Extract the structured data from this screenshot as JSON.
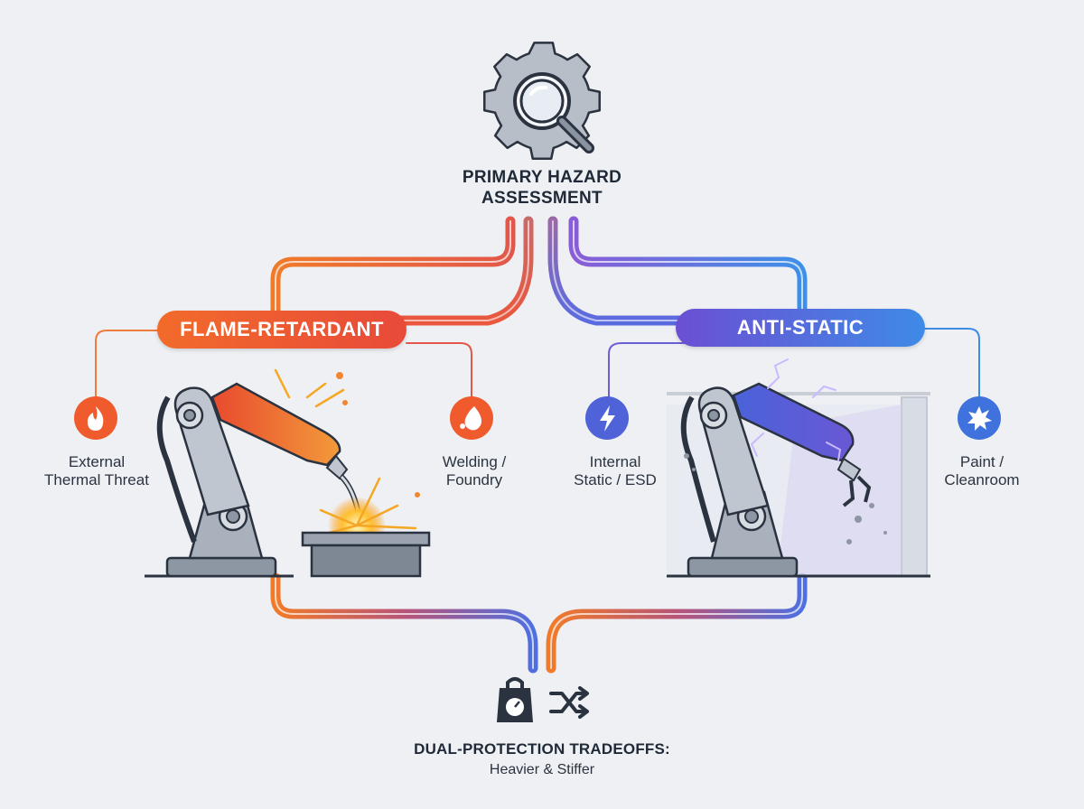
{
  "top": {
    "title_line1": "PRIMARY HAZARD",
    "title_line2": "ASSESSMENT",
    "icon": "gear-magnifier-icon"
  },
  "branches": {
    "flame": {
      "label": "FLAME-RETARDANT",
      "color_start": "#f26b2a",
      "color_end": "#e84a3a",
      "left_item": {
        "line1": "External",
        "line2": "Thermal Threat",
        "icon": "flame-icon"
      },
      "right_item": {
        "line1": "Welding /",
        "line2": "Foundry",
        "icon": "molten-drop-icon"
      },
      "illustration": "welding-robot-arm"
    },
    "static": {
      "label": "ANTI-STATIC",
      "color_start": "#6b4fd3",
      "color_end": "#3f8ae6",
      "left_item": {
        "line1": "Internal",
        "line2": "Static / ESD",
        "icon": "lightning-icon"
      },
      "right_item": {
        "line1": "Paint /",
        "line2": "Cleanroom",
        "icon": "burst-icon"
      },
      "illustration": "cleanroom-robot-arm"
    }
  },
  "bottom": {
    "title": "DUAL-PROTECTION TRADEOFFS:",
    "subtitle": "Heavier & Stiffer",
    "icons": [
      "weight-icon",
      "shuffle-icon"
    ]
  }
}
